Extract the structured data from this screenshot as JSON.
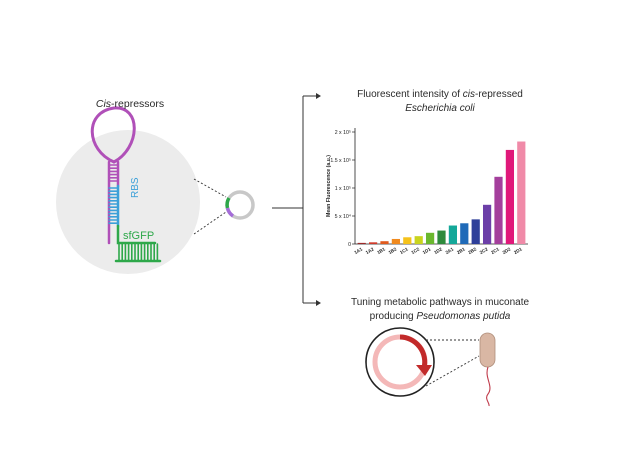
{
  "cis": {
    "title_italic": "Cis",
    "title_rest": "-repressors",
    "rbs_label": "RBS",
    "gene_label": "sfGFP"
  },
  "fluorescence": {
    "title_line1_pre": "Fluorescent intensity of ",
    "title_line1_italic": "cis",
    "title_line1_post": "-repressed",
    "title_line2_italic": "Escherichia coli"
  },
  "tuning": {
    "title_line1": "Tuning metabolic pathways in muconate",
    "title_line2_pre": "producing ",
    "title_line2_italic": "Pseudomonas putida"
  },
  "chart_data": {
    "type": "bar",
    "title": "",
    "xlabel": "",
    "ylabel": "Mean Fluorescence (a.u.)",
    "ylim": [
      0,
      200000
    ],
    "yticks": [
      0,
      50000,
      100000,
      150000,
      200000
    ],
    "ytick_labels": [
      "0",
      "5 x 10⁴",
      "1 x 10⁵",
      "1.5 x 10⁵",
      "2 x 10⁵"
    ],
    "categories": [
      "1A1",
      "1A2",
      "1B1",
      "1B2",
      "1C1",
      "1C2",
      "1D1",
      "1D2",
      "2A1",
      "2B1",
      "2B2",
      "2C2",
      "2C1",
      "2D2",
      "2D1"
    ],
    "values": [
      2000,
      3000,
      5000,
      9000,
      12000,
      14000,
      20000,
      24000,
      33000,
      37000,
      44000,
      70000,
      120000,
      168000,
      183000
    ],
    "colors": [
      "#9c2a2a",
      "#d03a2a",
      "#e05a1e",
      "#f08a1e",
      "#f5c21b",
      "#c9d41e",
      "#6ab82e",
      "#2e8a3c",
      "#14a899",
      "#1f6ab8",
      "#2e3f9a",
      "#6c3fa8",
      "#a43f9c",
      "#e0187a",
      "#f08aa8"
    ],
    "grid": false
  }
}
